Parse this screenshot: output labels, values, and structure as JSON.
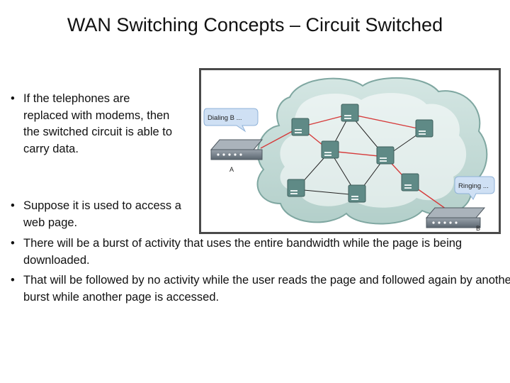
{
  "slide": {
    "title": "WAN Switching Concepts – Circuit Switched"
  },
  "bullets": [
    {
      "marker": "•",
      "text": "If the telephones are replaced with modems, then the switched circuit is able to carry data."
    },
    {
      "marker": "•",
      "text": "Suppose it is used to access a web page."
    },
    {
      "marker": "•",
      "text": "There will be a burst of activity that uses the entire bandwidth while the page is being downloaded."
    },
    {
      "marker": "•",
      "text": "That will be followed by no activity while the user reads the page and followed again by another burst while another page is accessed."
    }
  ],
  "diagram": {
    "callout_a": "Dialing B ...",
    "callout_b": "Ringing ...",
    "label_a": "A",
    "label_b": "B",
    "cloud_color": "#bfd7d3",
    "switch_color": "#5f8a86",
    "circuit_color": "#d63a3a",
    "link_color": "#222222"
  }
}
